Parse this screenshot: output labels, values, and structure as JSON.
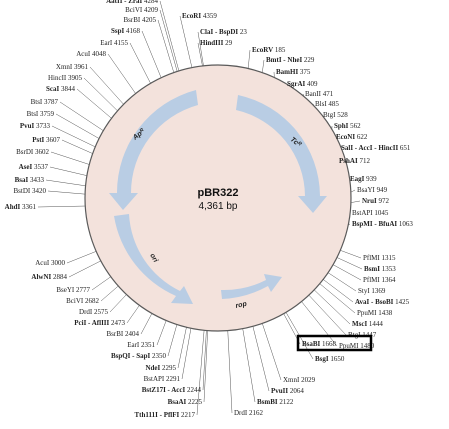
{
  "plasmid": {
    "name": "pBR322",
    "size": "4,361 bp"
  },
  "colors": {
    "circle_fill": "#f3e2dc",
    "circle_stroke": "#5a5a5a",
    "arrow": "#b9cde4",
    "highlight": "#000000"
  },
  "genes": [
    {
      "label": "Ap",
      "sup": "R"
    },
    {
      "label": "Tc",
      "sup": "R"
    },
    {
      "label": "ori",
      "sup": ""
    },
    {
      "label": "rop",
      "sup": ""
    }
  ],
  "sites": [
    {
      "name": "EcoRI",
      "pos": "4359",
      "bold": true
    },
    {
      "name": "ClaI - BspDI",
      "pos": "23",
      "bold": true
    },
    {
      "name": "HindIII",
      "pos": "29",
      "bold": true
    },
    {
      "name": "EcoRV",
      "pos": "185",
      "bold": true
    },
    {
      "name": "BmtI - NheI",
      "pos": "229",
      "bold": true
    },
    {
      "name": "BamHI",
      "pos": "375",
      "bold": true
    },
    {
      "name": "SgrAI",
      "pos": "409",
      "bold": true
    },
    {
      "name": "BanII",
      "pos": "471",
      "bold": false
    },
    {
      "name": "BlsI",
      "pos": "485",
      "bold": false
    },
    {
      "name": "BtgI",
      "pos": "528",
      "bold": false
    },
    {
      "name": "SphI",
      "pos": "562",
      "bold": true
    },
    {
      "name": "EcoNI",
      "pos": "622",
      "bold": true
    },
    {
      "name": "SalI - AccI - HincII",
      "pos": "651",
      "bold": true
    },
    {
      "name": "PshAI",
      "pos": "712",
      "bold": true
    },
    {
      "name": "EagI",
      "pos": "939",
      "bold": true
    },
    {
      "name": "BsaYI",
      "pos": "949",
      "bold": false
    },
    {
      "name": "NruI",
      "pos": "972",
      "bold": true
    },
    {
      "name": "BstAPI",
      "pos": "1045",
      "bold": false
    },
    {
      "name": "BspMI - BfuAI",
      "pos": "1063",
      "bold": true
    },
    {
      "name": "PflMI",
      "pos": "1315",
      "bold": false
    },
    {
      "name": "BsmI",
      "pos": "1353",
      "bold": true
    },
    {
      "name": "PflMI",
      "pos": "1364",
      "bold": false
    },
    {
      "name": "StyI",
      "pos": "1369",
      "bold": false
    },
    {
      "name": "AvaI - BsoBI",
      "pos": "1425",
      "bold": true
    },
    {
      "name": "PpuMI",
      "pos": "1438",
      "bold": false
    },
    {
      "name": "MscI",
      "pos": "1444",
      "bold": true
    },
    {
      "name": "BtgI",
      "pos": "1447",
      "bold": false
    },
    {
      "name": "PpuMI",
      "pos": "1480",
      "bold": false
    },
    {
      "name": "BsgI",
      "pos": "1650",
      "bold": true
    },
    {
      "name": "BsaBI",
      "pos": "1668",
      "bold": true,
      "highlight": true
    },
    {
      "name": "XmnI",
      "pos": "2029",
      "bold": false
    },
    {
      "name": "PvuII",
      "pos": "2064",
      "bold": true
    },
    {
      "name": "BsmBI",
      "pos": "2122",
      "bold": true
    },
    {
      "name": "DrdI",
      "pos": "2162",
      "bold": false
    },
    {
      "name": "Tth111I - PflFI",
      "pos": "2217",
      "bold": true
    },
    {
      "name": "BsaAI",
      "pos": "2225",
      "bold": true
    },
    {
      "name": "BstZ17I - AccI",
      "pos": "2244",
      "bold": true
    },
    {
      "name": "BstAPI",
      "pos": "2291",
      "bold": false
    },
    {
      "name": "NdeI",
      "pos": "2295",
      "bold": true
    },
    {
      "name": "BspQI - SapI",
      "pos": "2350",
      "bold": true
    },
    {
      "name": "EarI",
      "pos": "2351",
      "bold": false
    },
    {
      "name": "BsrBI",
      "pos": "2404",
      "bold": false
    },
    {
      "name": "PciI - AflIII",
      "pos": "2473",
      "bold": true
    },
    {
      "name": "DrdI",
      "pos": "2575",
      "bold": false
    },
    {
      "name": "BciVI",
      "pos": "2682",
      "bold": false
    },
    {
      "name": "BseYI",
      "pos": "2777",
      "bold": false
    },
    {
      "name": "AlwNI",
      "pos": "2884",
      "bold": true
    },
    {
      "name": "AcuI",
      "pos": "3000",
      "bold": false
    },
    {
      "name": "AhdI",
      "pos": "3361",
      "bold": true
    },
    {
      "name": "BstDI",
      "pos": "3420",
      "bold": false
    },
    {
      "name": "BsaI",
      "pos": "3433",
      "bold": true
    },
    {
      "name": "AseI",
      "pos": "3537",
      "bold": true
    },
    {
      "name": "BsrDI",
      "pos": "3602",
      "bold": false
    },
    {
      "name": "PstI",
      "pos": "3607",
      "bold": true
    },
    {
      "name": "PvuI",
      "pos": "3733",
      "bold": true
    },
    {
      "name": "BtsI",
      "pos": "3759",
      "bold": false
    },
    {
      "name": "BtsI",
      "pos": "3787",
      "bold": false
    },
    {
      "name": "ScaI",
      "pos": "3844",
      "bold": true
    },
    {
      "name": "HincII",
      "pos": "3905",
      "bold": false
    },
    {
      "name": "XmnI",
      "pos": "3961",
      "bold": false
    },
    {
      "name": "AcuI",
      "pos": "4048",
      "bold": false
    },
    {
      "name": "EarI",
      "pos": "4155",
      "bold": false
    },
    {
      "name": "SspI",
      "pos": "4168",
      "bold": true
    },
    {
      "name": "BsrBI",
      "pos": "4205",
      "bold": false
    },
    {
      "name": "BciVI",
      "pos": "4209",
      "bold": false
    },
    {
      "name": "AatII - ZraI",
      "pos": "4284",
      "bold": true
    }
  ]
}
